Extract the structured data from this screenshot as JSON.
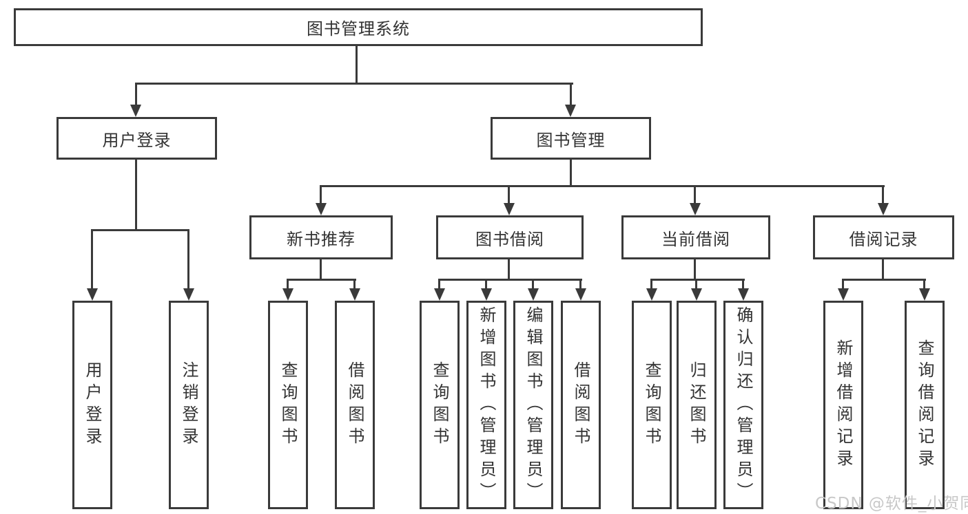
{
  "diagram": {
    "root": {
      "label": "图书管理系统"
    },
    "level2": [
      {
        "label": "用户登录"
      },
      {
        "label": "图书管理"
      }
    ],
    "level3": [
      {
        "label": "新书推荐"
      },
      {
        "label": "图书借阅"
      },
      {
        "label": "当前借阅"
      },
      {
        "label": "借阅记录"
      }
    ],
    "leaves": {
      "user_login": [
        "用户登录",
        "注销登录"
      ],
      "new_book_recommend": [
        "查询图书",
        "借阅图书"
      ],
      "book_borrow": [
        "查询图书",
        "新增图书（管理员）",
        "编辑图书（管理员）",
        "借阅图书"
      ],
      "current_borrow": [
        "查询图书",
        "归还图书",
        "确认归还（管理员）"
      ],
      "borrow_record": [
        "新增借阅记录",
        "查询借阅记录"
      ]
    }
  },
  "watermark": {
    "text": "CSDN @软件_小贺同学"
  },
  "colors": {
    "line": "#3a3a3a",
    "text": "#333333",
    "watermark": "#c8c8c8",
    "background": "#ffffff"
  }
}
